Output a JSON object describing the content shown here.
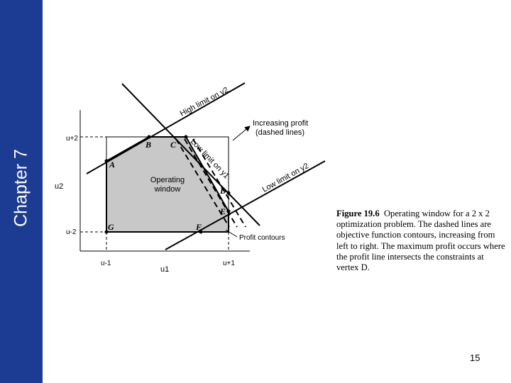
{
  "slide": {
    "chapter_label": "Chapter 7",
    "page_number": "15",
    "sidebar_color": "#1c3c93"
  },
  "diagram": {
    "high_limit_label": "High limit on y2",
    "low_limit_y1_label": "Low limit on y1",
    "low_limit_y2_label": "Low limit on y2",
    "increasing_profit_line1": "Increasing profit",
    "increasing_profit_line2": "(dashed lines)",
    "operating_window_line1": "Operating",
    "operating_window_line2": "window",
    "profit_contours_label": "Profit contours",
    "axis_u1_label": "u1",
    "axis_u2_label": "u2",
    "u1_minus": "u-1",
    "u1_plus": "u+1",
    "u2_minus": "u-2",
    "u2_plus": "u+2",
    "vertices": {
      "A": "A",
      "B": "B",
      "C": "C",
      "D": "D",
      "E": "E",
      "F": "F",
      "G": "G"
    }
  },
  "caption": {
    "figure_label": "Figure 19.6",
    "text": "Operating window for a 2 x 2 optimization problem. The dashed lines are objective function contours, increasing from left to right. The maximum profit occurs where the profit line intersects the constraints at vertex D."
  }
}
